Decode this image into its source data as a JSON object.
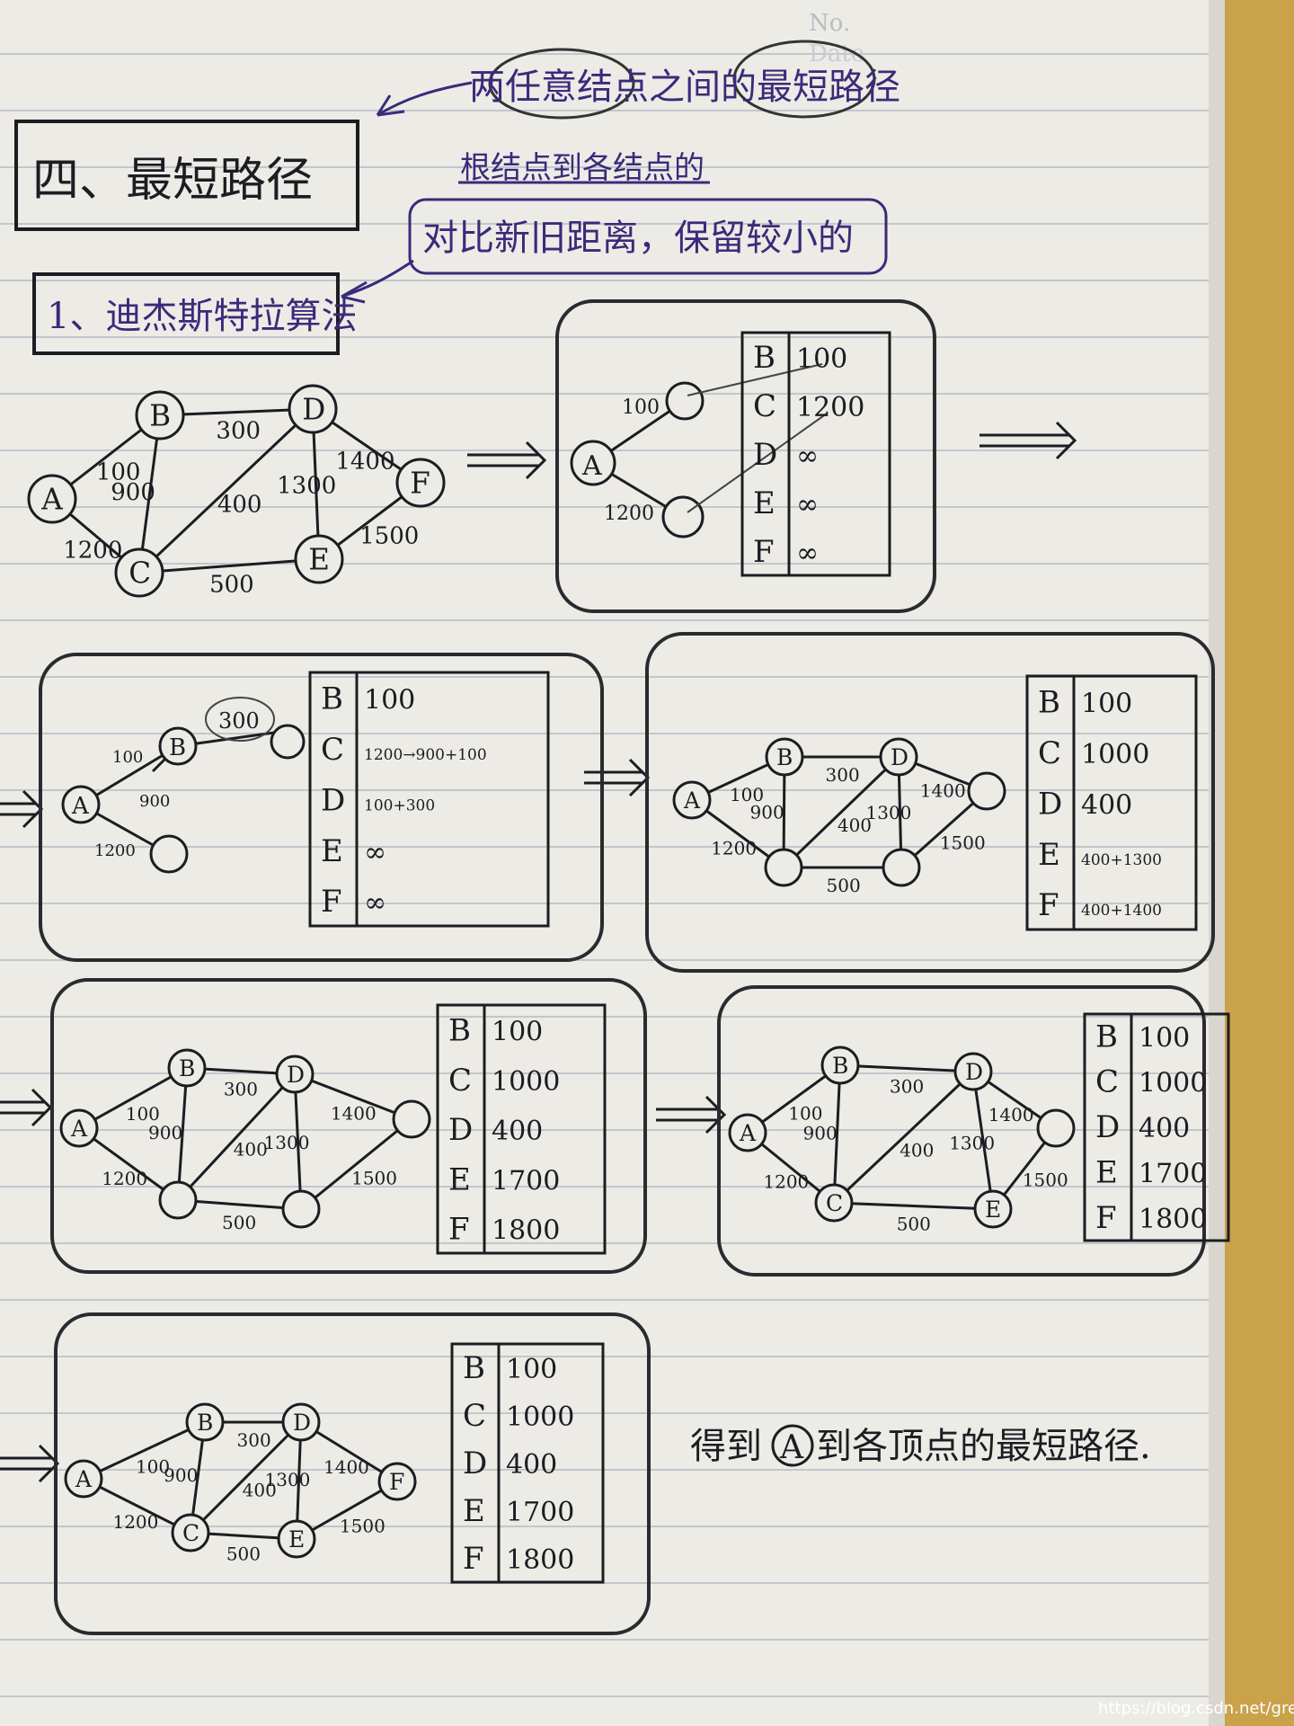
{
  "header": {
    "corner_no": "No.",
    "corner_date": "Date",
    "top_note": "两任意结点之间的最短路径",
    "section_title": "四、最短路径",
    "sub_note": "根结点到各结点的",
    "compare_note": "对比新旧距离，保留较小的",
    "algorithm_title": "1、迪杰斯特拉算法"
  },
  "graph_nodes": [
    "A",
    "B",
    "C",
    "D",
    "E",
    "F"
  ],
  "weights": {
    "ab": "100",
    "ac": "1200",
    "bc": "900",
    "bd": "300",
    "cd": "400",
    "ce": "500",
    "de": "1300",
    "df": "1400",
    "ef": "1500"
  },
  "steps": [
    {
      "name": "step1",
      "rows": [
        {
          "node": "B",
          "dist": "100"
        },
        {
          "node": "C",
          "dist": "1200"
        },
        {
          "node": "D",
          "dist": "∞"
        },
        {
          "node": "E",
          "dist": "∞"
        },
        {
          "node": "F",
          "dist": "∞"
        }
      ]
    },
    {
      "name": "step2",
      "rows": [
        {
          "node": "B",
          "dist": "100"
        },
        {
          "node": "C",
          "dist": "1200→900+100"
        },
        {
          "node": "D",
          "dist": "100+300"
        },
        {
          "node": "E",
          "dist": "∞"
        },
        {
          "node": "F",
          "dist": "∞"
        }
      ]
    },
    {
      "name": "step3",
      "rows": [
        {
          "node": "B",
          "dist": "100"
        },
        {
          "node": "C",
          "dist": "1000"
        },
        {
          "node": "D",
          "dist": "400"
        },
        {
          "node": "E",
          "dist": "400+1300"
        },
        {
          "node": "F",
          "dist": "400+1400"
        }
      ]
    },
    {
      "name": "step4",
      "rows": [
        {
          "node": "B",
          "dist": "100"
        },
        {
          "node": "C",
          "dist": "1000"
        },
        {
          "node": "D",
          "dist": "400"
        },
        {
          "node": "E",
          "dist": "1700"
        },
        {
          "node": "F",
          "dist": "1800"
        }
      ]
    },
    {
      "name": "step5",
      "rows": [
        {
          "node": "B",
          "dist": "100"
        },
        {
          "node": "C",
          "dist": "1000"
        },
        {
          "node": "D",
          "dist": "400"
        },
        {
          "node": "E",
          "dist": "1700"
        },
        {
          "node": "F",
          "dist": "1800"
        }
      ]
    },
    {
      "name": "step6",
      "rows": [
        {
          "node": "B",
          "dist": "100"
        },
        {
          "node": "C",
          "dist": "1000"
        },
        {
          "node": "D",
          "dist": "400"
        },
        {
          "node": "E",
          "dist": "1700"
        },
        {
          "node": "F",
          "dist": "1800"
        }
      ]
    }
  ],
  "conclusion": {
    "prefix": "得到",
    "node": "A",
    "suffix": "到各顶点的最短路径."
  },
  "watermark": "https://blog.csdn.net/great_yzl",
  "colors": {
    "paper": "#ecebe6",
    "ink": "#1c1c22",
    "purple_ink": "#3a2a7a",
    "rule_line": "#b9bcc4",
    "desk": "#c9a24a"
  }
}
